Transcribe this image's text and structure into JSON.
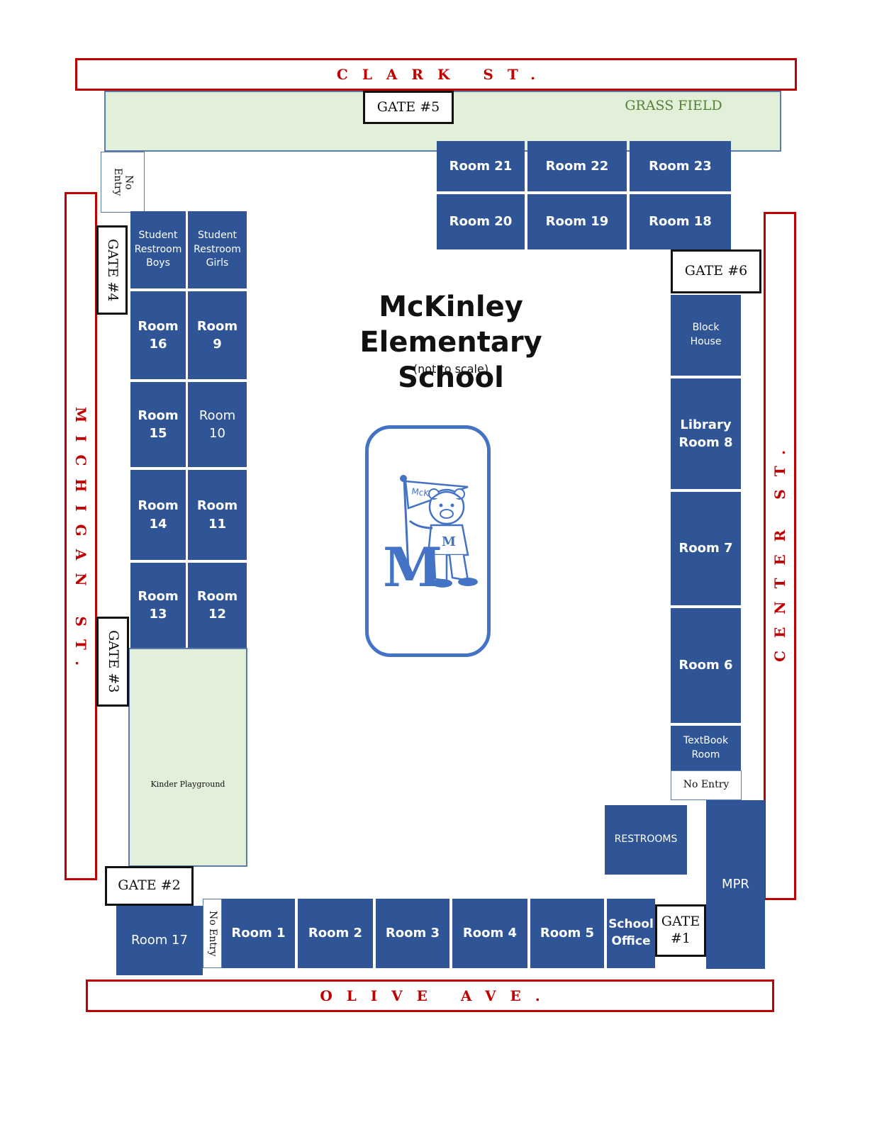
{
  "title": {
    "line1": "McKinley Elementary",
    "line2": "School",
    "note": "(not to scale)"
  },
  "streets": {
    "north": "CLARK ST.",
    "west": "MICHIGAN ST.",
    "east": "CENTER ST.",
    "south": "OLIVE AVE."
  },
  "gates": {
    "g1": "GATE\n#1",
    "g2": "GATE #2",
    "g3": "GATE #3",
    "g4": "GATE #4",
    "g5": "GATE #5",
    "g6": "GATE #6"
  },
  "areas": {
    "grass_field": "GRASS FIELD",
    "kinder_playground": "Kinder Playground",
    "no_entry": "No Entry",
    "no_entry_2": "No\nEntry"
  },
  "rooms": {
    "r1": "Room 1",
    "r2": "Room 2",
    "r3": "Room 3",
    "r4": "Room 4",
    "r5": "Room 5",
    "r6": "Room 6",
    "r7": "Room 7",
    "r8": "Library\nRoom 8",
    "r9": "Room\n9",
    "r10": "Room\n10",
    "r11": "Room\n11",
    "r12": "Room\n12",
    "r13": "Room\n13",
    "r14": "Room\n14",
    "r15": "Room\n15",
    "r16": "Room\n16",
    "r17": "Room 17",
    "r18": "Room 18",
    "r19": "Room 19",
    "r20": "Room 20",
    "r21": "Room 21",
    "r22": "Room 22",
    "r23": "Room 23",
    "boys": "Student\nRestroom\nBoys",
    "girls": "Student\nRestroom\nGirls",
    "block_house": "Block\nHouse",
    "textbook": "TextBook\nRoom",
    "restrooms": "RESTROOMS",
    "mpr": "MPR",
    "office": "School\nOffice"
  },
  "logo": {
    "pennant": "McKinley",
    "letter": "M",
    "shirt": "M"
  },
  "colors": {
    "room_blue": "#2f5597",
    "street_red": "#c00000",
    "grass_green": "#e2efd9",
    "grass_text": "#538135"
  }
}
